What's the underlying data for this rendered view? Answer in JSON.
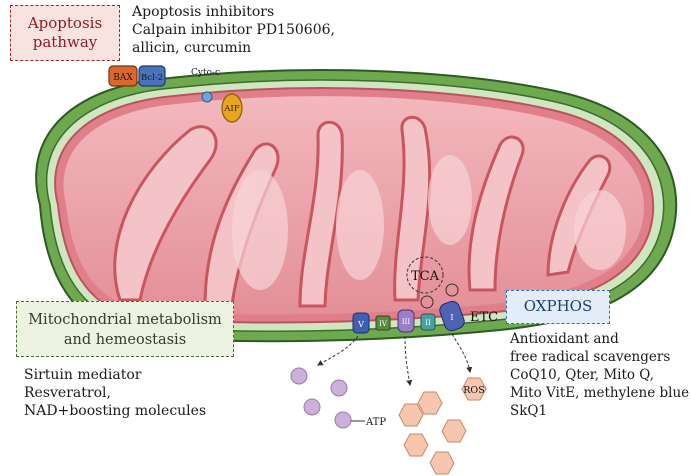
{
  "apoptosis": {
    "box_label": [
      "Apoptosis",
      "pathway"
    ],
    "inhibitors": [
      "Apoptosis inhibitors",
      "Calpain inhibitor PD150606,",
      "allicin, curcumin"
    ]
  },
  "labels": {
    "bax": "BAX",
    "bcl2": "Bcl-2",
    "cyto_c": "Cyto-c",
    "aif": "AIF",
    "tca": "TCA",
    "etc": "ETC",
    "atp": "ATP",
    "ros": "ROS"
  },
  "complexes": [
    "V",
    "IV",
    "III",
    "II",
    "I"
  ],
  "oxphos": {
    "box_label": "OXPHOS",
    "items": [
      "Antioxidant and",
      "free radical scavengers",
      "CoQ10, Qter, Mito Q,",
      "Mito VitE, methylene blue,",
      "SkQ1"
    ]
  },
  "metabolism": {
    "box_label": [
      "Mitochondrial metabolism",
      "and hemeostasis"
    ],
    "items": [
      "Sirtuin mediator",
      "Resveratrol,",
      "NAD+boosting molecules"
    ]
  },
  "colors": {
    "outer_membrane": "#4c8a36",
    "inner_membrane": "#e0848d",
    "matrix": "#edaab0",
    "crista_fold": "#c8555f",
    "atp_particle": "#cdb0d9",
    "ros_particle": "#f6c7ae"
  }
}
